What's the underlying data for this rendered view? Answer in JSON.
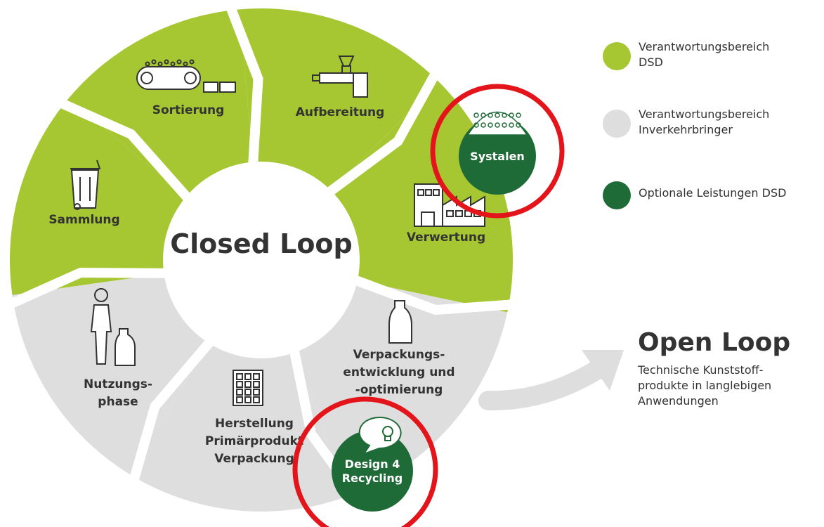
{
  "colors": {
    "dsd_green": "#a6c731",
    "grey": "#dedede",
    "dark_green": "#1f6b38",
    "highlight_red": "#e3151a",
    "text": "#333333",
    "arrow_grey": "#dedede"
  },
  "diagram": {
    "center_title": "Closed Loop",
    "segments": [
      {
        "id": "sortierung",
        "label": [
          "Sortierung"
        ],
        "category": "dsd",
        "icon": "conveyor-belt-icon"
      },
      {
        "id": "aufbereitung",
        "label": [
          "Aufbereitung"
        ],
        "category": "dsd",
        "icon": "extruder-icon"
      },
      {
        "id": "verwertung",
        "label": [
          "Verwertung"
        ],
        "category": "dsd",
        "icon": "factory-icon"
      },
      {
        "id": "verpackungsentwicklung",
        "label": [
          "Verpackungs-",
          "entwicklung und",
          "-optimierung"
        ],
        "category": "inverkehrbringer",
        "icon": "bottle-icon"
      },
      {
        "id": "herstellung",
        "label": [
          "Herstellung",
          "Primärprodukt",
          "Verpackung"
        ],
        "category": "inverkehrbringer",
        "icon": "building-icon"
      },
      {
        "id": "nutzungsphase",
        "label": [
          "Nutzungs-",
          "phase"
        ],
        "category": "inverkehrbringer",
        "icon": "person-bottle-icon"
      },
      {
        "id": "sammlung",
        "label": [
          "Sammlung"
        ],
        "category": "dsd",
        "icon": "trash-bin-icon"
      }
    ],
    "badges": [
      {
        "id": "systalen",
        "label": [
          "Systalen"
        ],
        "category": "optional",
        "icon": "granulate-icon",
        "highlighted": true
      },
      {
        "id": "design4recycling",
        "label": [
          "Design 4",
          "Recycling"
        ],
        "category": "optional",
        "icon": "lightbulb-icon",
        "highlighted": true
      }
    ]
  },
  "legend": {
    "items": [
      {
        "label": "Verantwortungsbereich\nDSD",
        "color": "#a6c731"
      },
      {
        "label": "Verantwortungsbereich\nInverkehrbringer",
        "color": "#dedede"
      },
      {
        "label": "Optionale Leistungen DSD",
        "color": "#1f6b38"
      }
    ]
  },
  "open_loop": {
    "title": "Open Loop",
    "description": "Technische Kunststoff-\nprodukte in langlebigen\nAnwendungen"
  }
}
